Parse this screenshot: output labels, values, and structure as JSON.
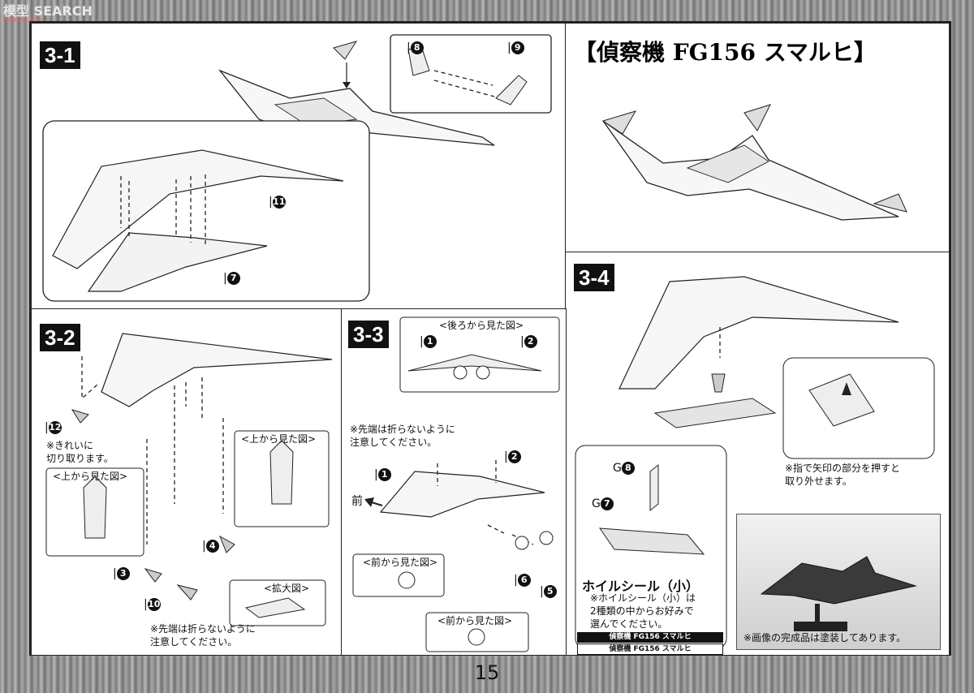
{
  "watermark": {
    "brand": "SEARCH",
    "brand_prefix": "模型",
    "sub": "moxing.com"
  },
  "page_number": "15",
  "title": "【偵察機 FG156 スマルヒ】",
  "step_3_1": {
    "label": "3-1",
    "parts": {
      "p8": "8",
      "p9": "9",
      "p11": "11",
      "p7": "7"
    }
  },
  "step_3_2": {
    "label": "3-2",
    "parts": {
      "p12": "12",
      "p3": "3",
      "p10": "10",
      "p4": "4"
    },
    "note_clean": "※きれいに\n切り取ります。",
    "view_top_a": "<上から見た図>",
    "view_top_b": "<上から見た図>",
    "view_zoom": "<拡大図>",
    "note_tip": "※先端は折らないように\n注意してください。"
  },
  "step_3_3": {
    "label": "3-3",
    "view_rear": "<後ろから見た図>",
    "parts": {
      "p1a": "1",
      "p2a": "2",
      "p1b": "1",
      "p2b": "2",
      "p6": "6",
      "p5": "5"
    },
    "note_tip": "※先端は折らないように\n注意してください。",
    "front_label": "前",
    "view_front_a": "<前から見た図>",
    "view_front_b": "<前から見た図>"
  },
  "step_3_4": {
    "label": "3-4",
    "note_press": "※指で矢印の部分を押すと\n取り外せます。",
    "parts": {
      "g8": "G",
      "g8n": "8",
      "g7": "G",
      "g7n": "7"
    },
    "decal_title": "ホイルシール（小）",
    "decal_note": "※ホイルシール（小）は\n2種類の中からお好みで\n選んでください。",
    "decal_a": "偵察機 FG156 スマルヒ",
    "decal_b": "偵察機 FG156 スマルヒ",
    "photo_note": "※画像の完成品は塗装してあります。"
  }
}
